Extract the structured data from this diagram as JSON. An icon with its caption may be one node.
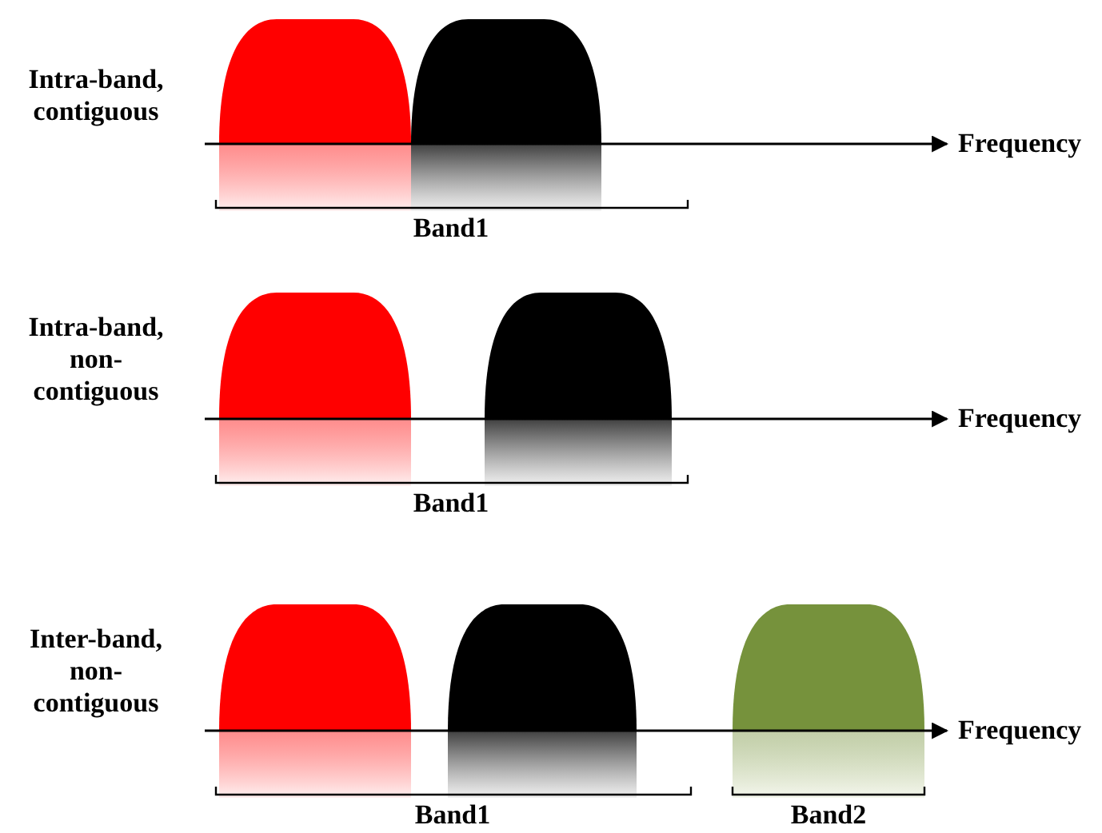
{
  "diagram": {
    "labels": [
      "Intra-band, contiguous",
      "Frequency",
      "Band1",
      "Intra-band, non-contiguous",
      "Frequency",
      "Band1",
      "Inter-band, non-contiguous",
      "Frequency",
      "Band1",
      "Band2"
    ]
  }
}
